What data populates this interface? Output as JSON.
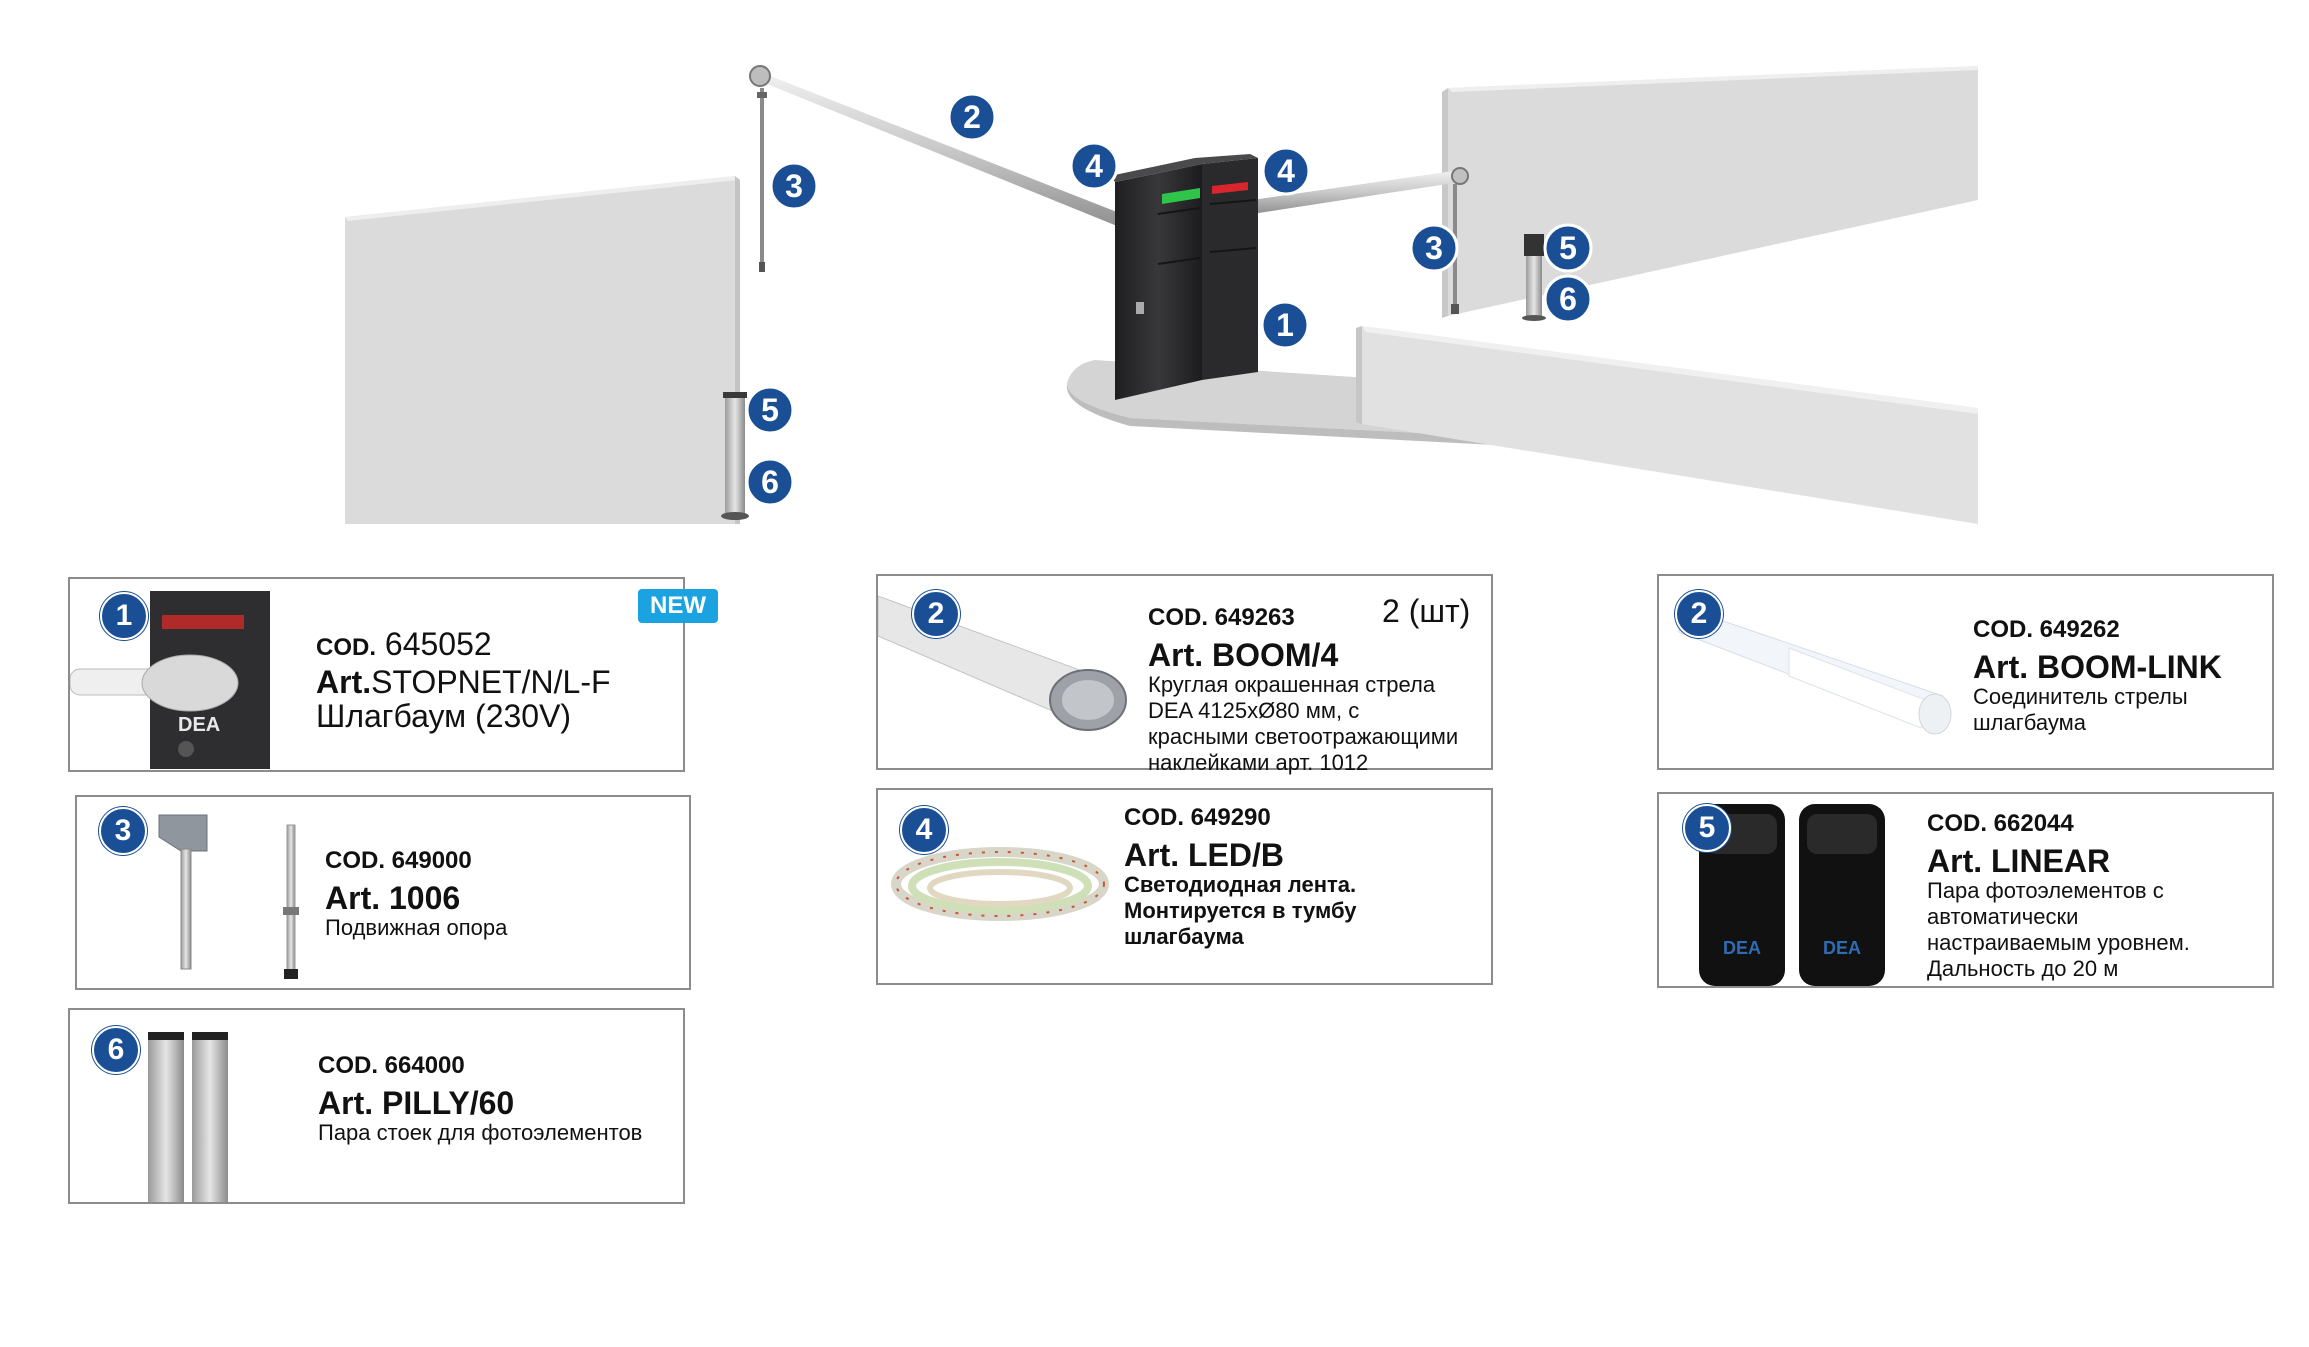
{
  "diagram": {
    "labels": [
      "1",
      "2",
      "3",
      "4",
      "4",
      "3",
      "5",
      "6",
      "5",
      "6"
    ],
    "colors": {
      "badge": "#1a4f96",
      "wall": "#dcdbdb",
      "cabinet": "#2a2a2c",
      "led_green": "#2fc44a",
      "led_red": "#d8262c"
    }
  },
  "cards": [
    {
      "number": "1",
      "cod_label": "COD.",
      "cod_value": "645052",
      "art_label": "Art.",
      "art_value": "STOPNET/N/L-F",
      "description": "Шлагбаум (230V)",
      "badge": "NEW",
      "image_text": "DEA",
      "icon": "barrier-cabinet-image"
    },
    {
      "number": "2",
      "cod": "COD. 649263",
      "qty": "2 (шт)",
      "art": "Art. BOOM/4",
      "description_lines": [
        "Круглая окрашенная стрела",
        "DEA 4125xØ80 мм, с",
        "красными светоотражающими",
        "наклейками арт. 1012"
      ],
      "icon": "boom-image"
    },
    {
      "number": "2",
      "cod": "COD. 649262",
      "art": "Art. BOOM-LINK",
      "description_lines": [
        "Соединитель стрелы",
        "шлагбаума"
      ],
      "icon": "boom-link-image"
    },
    {
      "number": "3",
      "cod": "COD. 649000",
      "art": "Art. 1006",
      "description_lines": [
        "Подвижная опора"
      ],
      "icon": "movable-support-image"
    },
    {
      "number": "4",
      "cod": "COD. 649290",
      "art": "Art. LED/B",
      "description_lines": [
        "Светодиодная лента.",
        "Монтируется в тумбу",
        "шлагбаума"
      ],
      "icon": "led-strip-image"
    },
    {
      "number": "5",
      "cod": "COD. 662044",
      "art": "Art. LINEAR",
      "description_lines": [
        "Пара фотоэлементов с",
        "автоматически",
        "настраиваемым уровнем.",
        "Дальность до 20 м"
      ],
      "image_text": "DEA",
      "icon": "photocells-image"
    },
    {
      "number": "6",
      "cod": "COD. 664000",
      "art": "Art. PILLY/60",
      "description_lines": [
        "Пара стоек для фотоэлементов"
      ],
      "icon": "photocell-posts-image"
    }
  ]
}
